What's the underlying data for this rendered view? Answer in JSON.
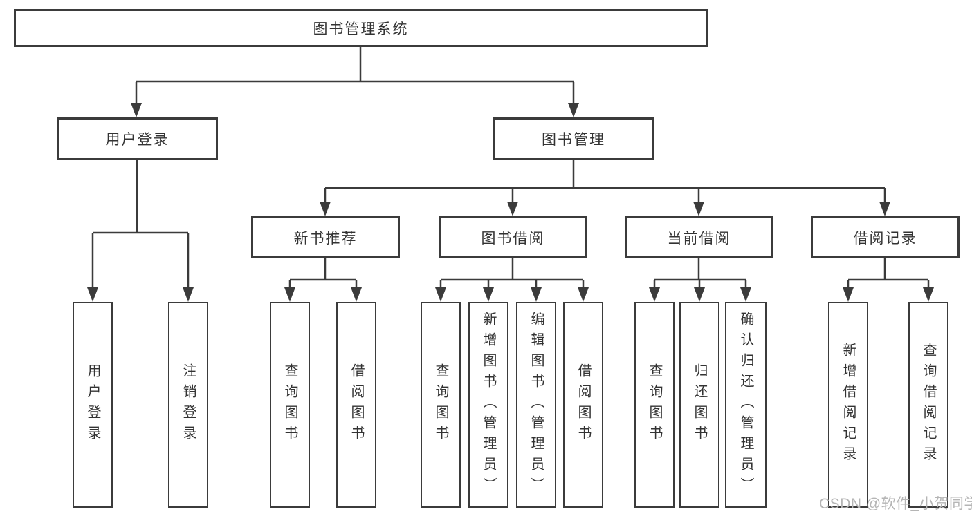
{
  "diagram_colors": {
    "line": "#3b3b3b",
    "box_border": "#3b3b3b",
    "text": "#333333",
    "background": "#ffffff"
  },
  "tree": {
    "root": {
      "label": "图书管理系统",
      "children": [
        {
          "label": "用户登录",
          "children": [
            {
              "label": "用户登录"
            },
            {
              "label": "注销登录"
            }
          ]
        },
        {
          "label": "图书管理",
          "children": [
            {
              "label": "新书推荐",
              "children": [
                {
                  "label": "查询图书"
                },
                {
                  "label": "借阅图书"
                }
              ]
            },
            {
              "label": "图书借阅",
              "children": [
                {
                  "label": "查询图书"
                },
                {
                  "label": "新增图书（管理员）"
                },
                {
                  "label": "编辑图书（管理员）"
                },
                {
                  "label": "借阅图书"
                }
              ]
            },
            {
              "label": "当前借阅",
              "children": [
                {
                  "label": "查询图书"
                },
                {
                  "label": "归还图书"
                },
                {
                  "label": "确认归还（管理员）"
                }
              ]
            },
            {
              "label": "借阅记录",
              "children": [
                {
                  "label": "新增借阅记录"
                },
                {
                  "label": "查询借阅记录"
                }
              ]
            }
          ]
        }
      ]
    }
  },
  "watermark": {
    "text": "CSDN @软件_小贺同学",
    "color": "#b5b5b5"
  }
}
